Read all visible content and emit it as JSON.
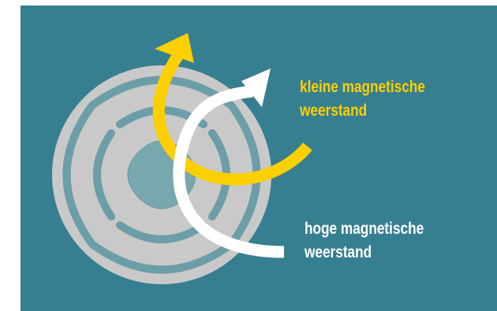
{
  "labels": {
    "low_reluctance": {
      "line1": "kleine magnetische",
      "line2": "weerstand",
      "color": "#fccf00"
    },
    "high_reluctance": {
      "line1": "hoge magnetische",
      "line2": "weerstand",
      "color": "#ffffff"
    }
  },
  "colors": {
    "background": "#367f91",
    "rotor_disc": "#c9c9c9",
    "rotor_slots": "#6b9ea8",
    "shaft": "#78a7ae",
    "arrow_low": "#fccf00",
    "arrow_high": "#ffffff"
  },
  "icons": {
    "rotor": "synchronous-reluctance-rotor-cross-section",
    "arrow_low": "curved-arrow-up",
    "arrow_high": "curved-arrow-up"
  }
}
